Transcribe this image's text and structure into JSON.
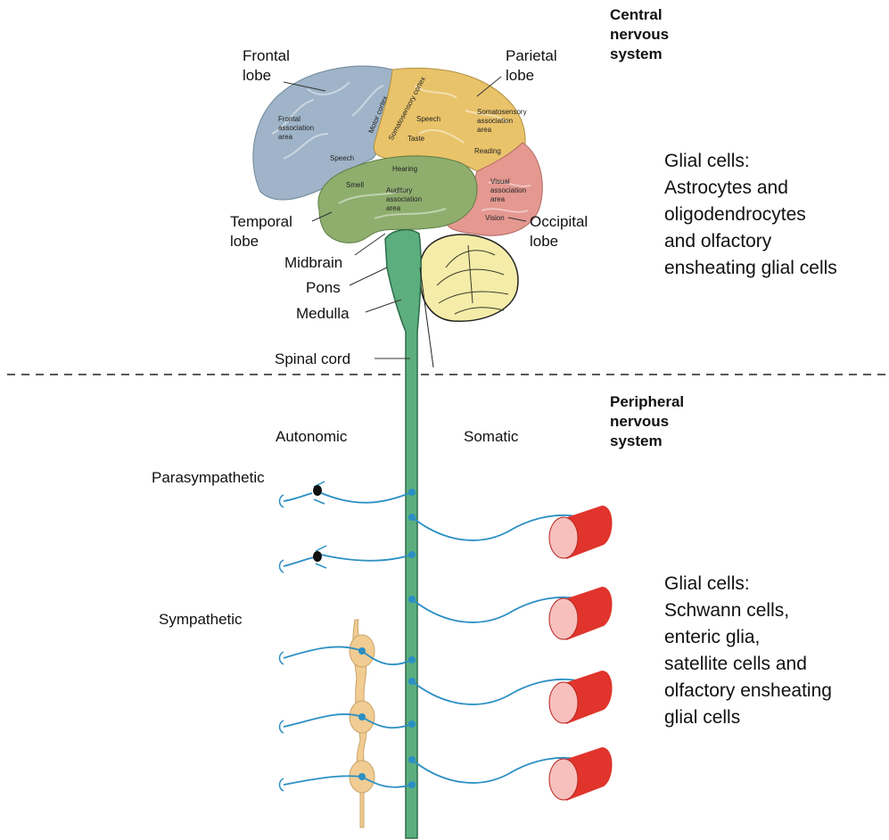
{
  "cns": {
    "heading_lines": [
      "Central",
      "nervous",
      "system"
    ],
    "glial_lines": [
      "Glial cells:",
      "Astrocytes and",
      "oligodendrocytes",
      "and olfactory",
      "ensheating glial cells"
    ]
  },
  "pns": {
    "heading_lines": [
      "Peripheral",
      "nervous",
      "system"
    ],
    "glial_lines": [
      "Glial cells:",
      "Schwann cells,",
      "enteric glia,",
      "satellite cells and",
      "olfactory ensheating",
      "glial cells"
    ]
  },
  "brain_labels": {
    "frontal": [
      "Frontal",
      "lobe"
    ],
    "parietal": [
      "Parietal",
      "lobe"
    ],
    "temporal": [
      "Temporal",
      "lobe"
    ],
    "occipital": [
      "Occipital",
      "lobe"
    ],
    "midbrain": "Midbrain",
    "pons": "Pons",
    "medulla": "Medulla",
    "spinal_cord": "Spinal cord"
  },
  "brain_areas": {
    "frontal_association": [
      "Frontal",
      "association",
      "area"
    ],
    "speech_frontal": "Speech",
    "motor_cortex": "Motor cortex",
    "somatosensory_cortex": "Somatosensory cortex",
    "speech_parietal": "Speech",
    "taste": "Taste",
    "somatosensory_association": [
      "Somatosensory",
      "association",
      "area"
    ],
    "reading": "Reading",
    "hearing": "Hearing",
    "smell": "Smell",
    "auditory_association": [
      "Auditory",
      "association",
      "area"
    ],
    "visual_association": [
      "Visual",
      "association",
      "area"
    ],
    "vision": "Vision"
  },
  "pns_labels": {
    "autonomic": "Autonomic",
    "somatic": "Somatic",
    "parasympathetic": "Parasympathetic",
    "sympathetic": "Sympathetic"
  },
  "colors": {
    "frontal": "#9fb4c8",
    "parietal": "#e9c36a",
    "temporal": "#8fae6e",
    "occipital": "#e49890",
    "spinal_cord": "#5dae7f",
    "cerebellum": "#f4eca8",
    "nerve": "#2b8fc4",
    "muscle": "#e0342c",
    "ganglion_chain": "#f1cc93"
  }
}
